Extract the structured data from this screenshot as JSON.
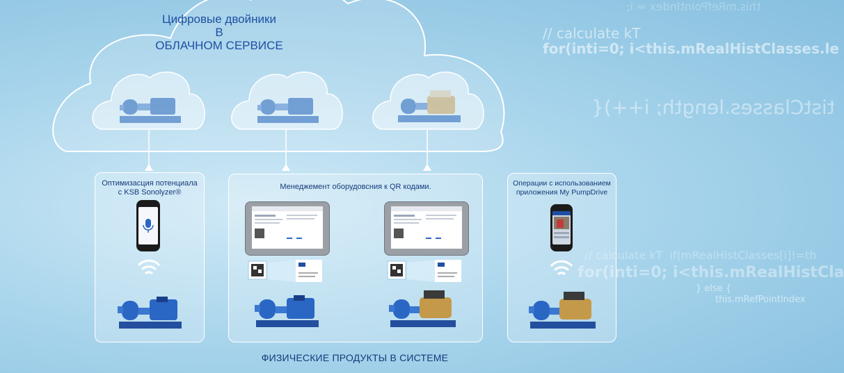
{
  "cloud": {
    "title_line1": "Цифровые двойники",
    "title_line2": "В",
    "title_line3": "ОБЛАЧНОМ СЕРВИСЕ"
  },
  "panels": {
    "left": {
      "title_line1": "Оптимизасция потенциала",
      "title_line2": "с KSB Sonolyzer®"
    },
    "middle": {
      "title": "Менеджемент оборудовсния к QR кодами."
    },
    "right": {
      "title_line1": "Операции с использованием",
      "title_line2": "приложения My PumpDrive"
    }
  },
  "bottom_label": "ФИЗИЧЕСКИЕ ПРОДУКТЫ В СИСТЕМЕ",
  "background_code": {
    "line1": "// calculate kT",
    "line2": "for(inti=0; i<this.mRealHistClasses.le",
    "line3": "tistClasses.length; i++){",
    "line4": "// calculate kT  if(mRealHistClasses[i]!=th",
    "line5": "for(inti=0; i<this.mRealHistCla",
    "line6": "} else {",
    "line7": "this.mRefPointIndex",
    "line8": "this.mRefPointIndex = i;"
  },
  "colors": {
    "accent": "#1f4fa3",
    "pump_blue": "#2a66c4",
    "cloud_white": "#ffffff"
  },
  "icons": [
    "wifi-icon",
    "microphone-icon",
    "pump-icon",
    "qr-code-icon",
    "tablet-icon",
    "smartphone-icon"
  ]
}
